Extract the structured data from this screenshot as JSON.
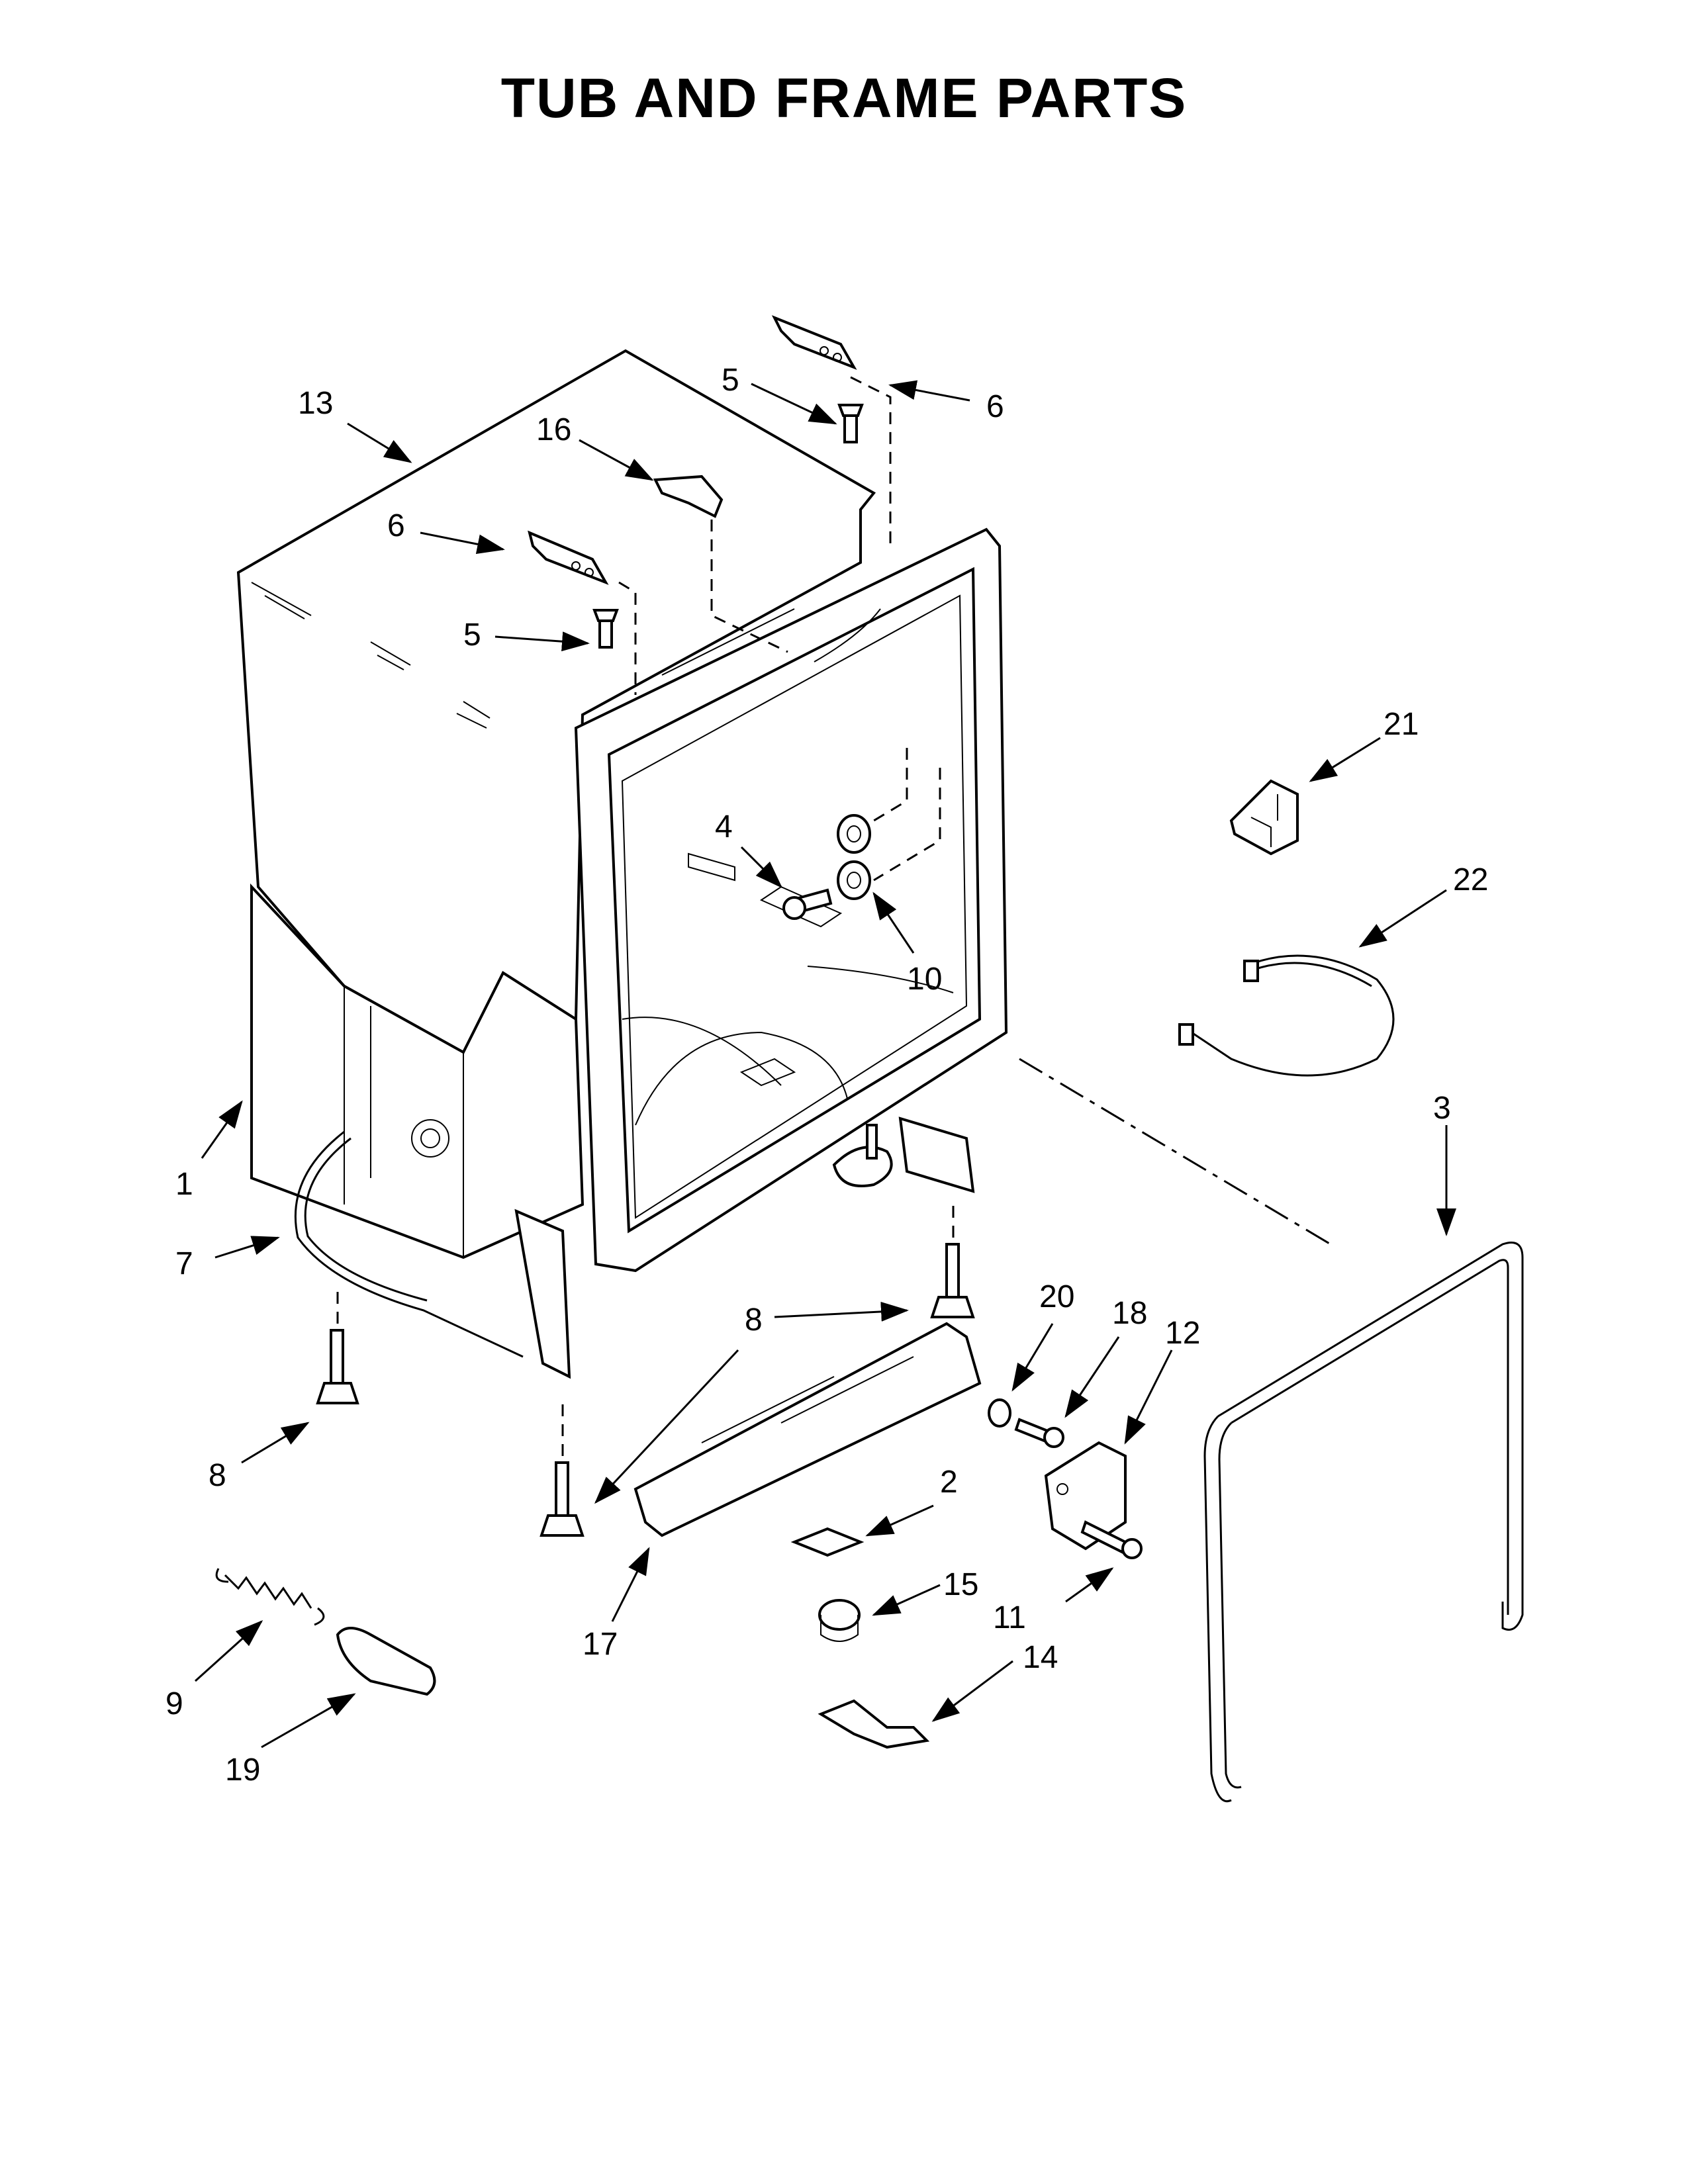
{
  "title": "TUB AND FRAME PARTS",
  "callouts": [
    {
      "id": "c13",
      "label": "13"
    },
    {
      "id": "c16",
      "label": "16"
    },
    {
      "id": "c5a",
      "label": "5"
    },
    {
      "id": "c6a",
      "label": "6"
    },
    {
      "id": "c6b",
      "label": "6"
    },
    {
      "id": "c5b",
      "label": "5"
    },
    {
      "id": "c21",
      "label": "21"
    },
    {
      "id": "c4",
      "label": "4"
    },
    {
      "id": "c22",
      "label": "22"
    },
    {
      "id": "c10",
      "label": "10"
    },
    {
      "id": "c3",
      "label": "3"
    },
    {
      "id": "c1",
      "label": "1"
    },
    {
      "id": "c7",
      "label": "7"
    },
    {
      "id": "c20",
      "label": "20"
    },
    {
      "id": "c18",
      "label": "18"
    },
    {
      "id": "c12",
      "label": "12"
    },
    {
      "id": "c8a",
      "label": "8"
    },
    {
      "id": "c8b",
      "label": "8"
    },
    {
      "id": "c2",
      "label": "2"
    },
    {
      "id": "c17",
      "label": "17"
    },
    {
      "id": "c15",
      "label": "15"
    },
    {
      "id": "c11",
      "label": "11"
    },
    {
      "id": "c9",
      "label": "9"
    },
    {
      "id": "c14",
      "label": "14"
    },
    {
      "id": "c19",
      "label": "19"
    }
  ]
}
